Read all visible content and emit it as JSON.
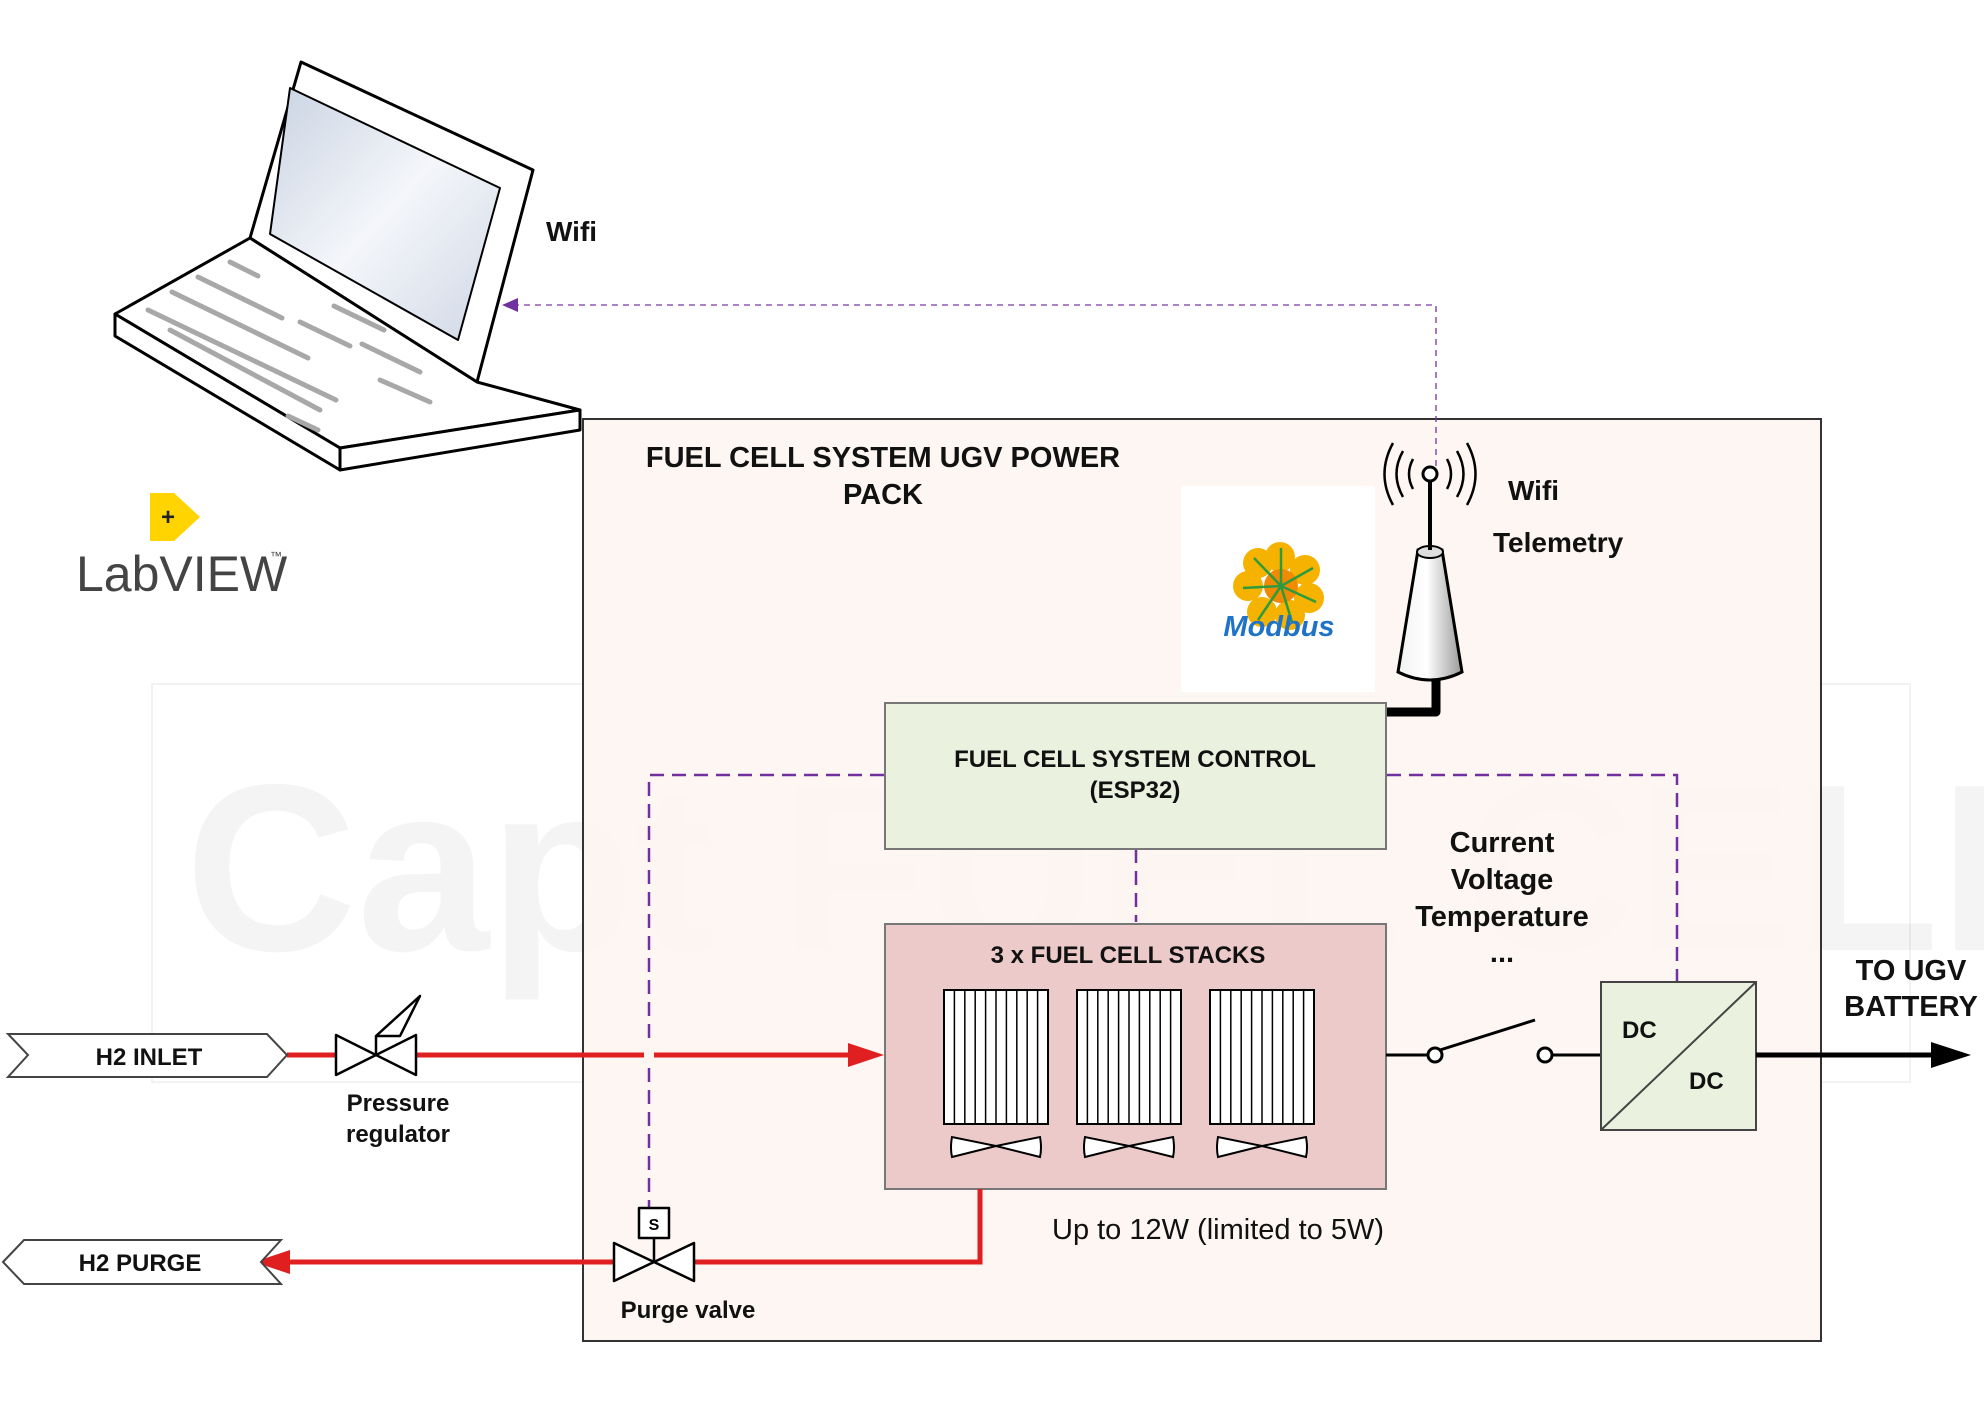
{
  "watermark": "Capt FUEL CELL",
  "laptop": {
    "wifi_label": "Wifi"
  },
  "labview": {
    "logo_text": "LabVIEW"
  },
  "pack": {
    "title_line1": "FUEL CELL SYSTEM UGV POWER",
    "title_line2": "PACK"
  },
  "antenna": {
    "wifi_label": "Wifi",
    "telemetry_label": "Telemetry"
  },
  "modbus": {
    "logo_text": "Modbus"
  },
  "control": {
    "line1": "FUEL CELL SYSTEM CONTROL",
    "line2": "(ESP32)"
  },
  "stacks": {
    "title": "3 x FUEL CELL STACKS",
    "count": 3,
    "power_note": "Up to 12W (limited to 5W)"
  },
  "signals": {
    "line1": "Current",
    "line2": "Voltage",
    "line3": "Temperature",
    "line4": "..."
  },
  "dcdc": {
    "in_label": "DC",
    "out_label": "DC"
  },
  "output": {
    "line1": "TO UGV",
    "line2": "BATTERY"
  },
  "inlet": {
    "label": "H2 INLET"
  },
  "regulator": {
    "line1": "Pressure",
    "line2": "regulator"
  },
  "purge": {
    "label": "H2 PURGE",
    "valve_line": "Purge valve",
    "solenoid_mark": "S"
  },
  "colors": {
    "pack_fill": "#fdf5f1",
    "control_fill": "#ebf1df",
    "stack_fill": "#eccaca",
    "dcdc_fill": "#ebf1df",
    "h2_line": "#e02020",
    "signal_line": "#7030a0",
    "power_line": "#000000"
  }
}
